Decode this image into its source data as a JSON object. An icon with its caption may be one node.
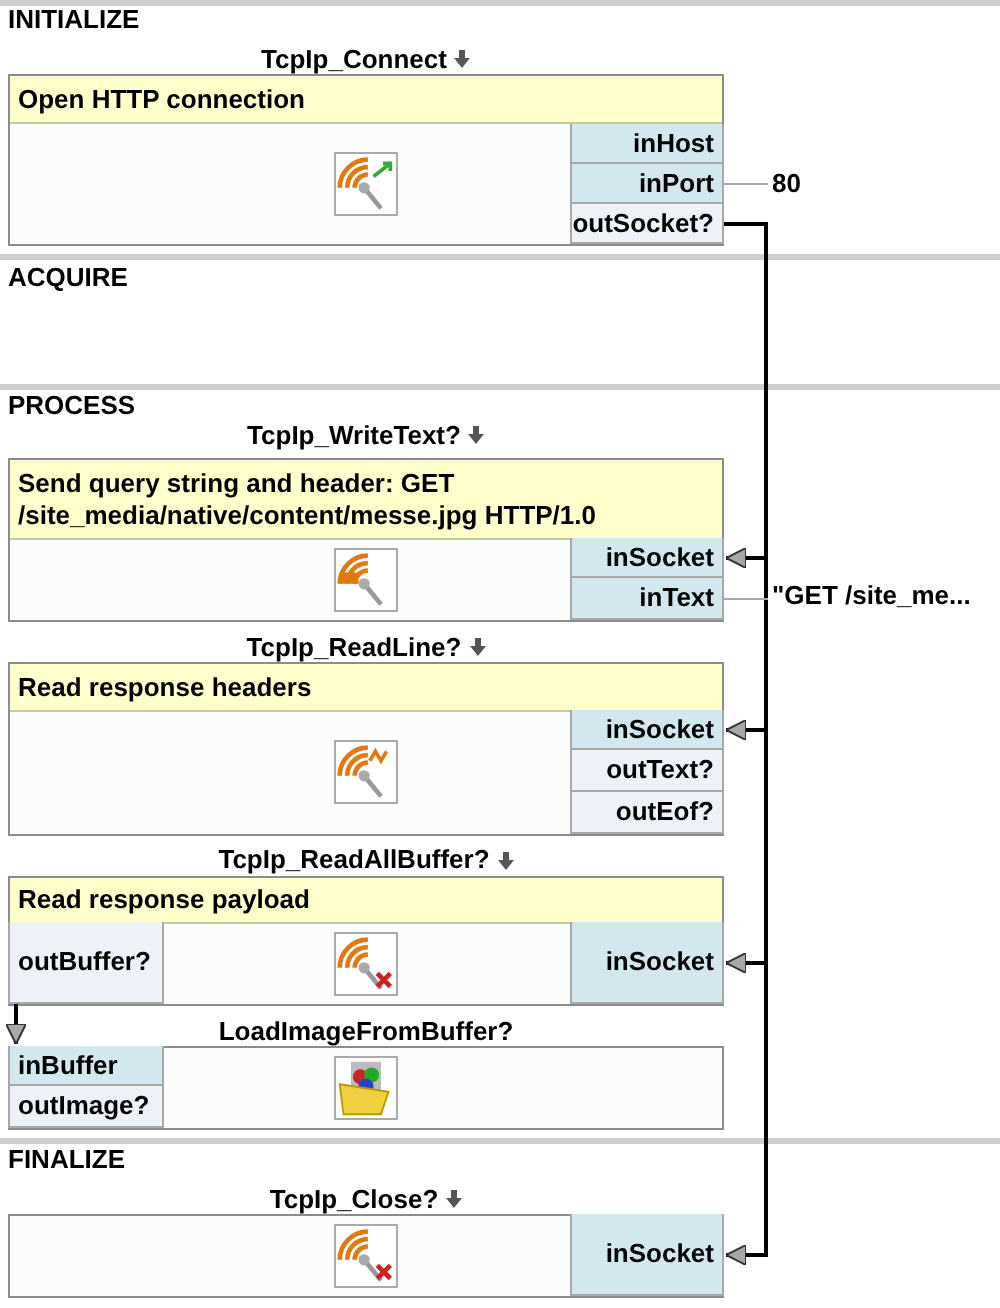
{
  "diagram": {
    "nodes": [
      {
        "text": [
          "TcpIp_Connect",
          "Open HTTP connection"
        ]
      },
      {
        "text": [
          "inHost"
        ],
        "in": 0
      },
      {
        "text": [
          "inPort"
        ],
        "in": 0
      },
      {
        "text": [
          "outSocket?"
        ],
        "in": 0
      },
      {
        "text": [
          "80"
        ]
      },
      {
        "text": [
          "TcpIp_WriteText?",
          "Send query string and header: GET /site_media/native/content/messe.jpg HTTP/1.0"
        ]
      },
      {
        "text": [
          "inSocket"
        ],
        "in": 5
      },
      {
        "text": [
          "inText"
        ],
        "in": 5
      },
      {
        "text": [
          "\"GET /site_me..."
        ]
      },
      {
        "text": [
          "TcpIp_ReadLine?",
          "Read response headers"
        ]
      },
      {
        "text": [
          "inSocket"
        ],
        "in": 9
      },
      {
        "text": [
          "outText?"
        ],
        "in": 9
      },
      {
        "text": [
          "outEof?"
        ],
        "in": 9
      },
      {
        "text": [
          "TcpIp_ReadAllBuffer?",
          "Read response payload"
        ]
      },
      {
        "text": [
          "outBuffer?"
        ],
        "in": 13
      },
      {
        "text": [
          "inSocket"
        ],
        "in": 13
      },
      {
        "text": [
          "LoadImageFromBuffer?"
        ]
      },
      {
        "text": [
          "inBuffer"
        ],
        "in": 16
      },
      {
        "text": [
          "outImage?"
        ],
        "in": 16
      },
      {
        "text": [
          "TcpIp_Close?"
        ]
      },
      {
        "text": [
          "inSocket"
        ],
        "in": 19
      }
    ],
    "edges": [
      {
        "from": 3,
        "to": 6,
        "arrow": "to"
      },
      {
        "from": 3,
        "to": 10,
        "arrow": "to"
      },
      {
        "from": 3,
        "to": 15,
        "arrow": "to"
      },
      {
        "from": 3,
        "to": 20,
        "arrow": "to"
      },
      {
        "from": 14,
        "to": 17,
        "arrow": "to"
      },
      {
        "from": 4,
        "to": 2,
        "arrow": "none",
        "color": "#a8a8a8"
      },
      {
        "from": 8,
        "to": 7,
        "arrow": "none",
        "color": "#a8a8a8"
      }
    ],
    "labels": [
      "INITIALIZE",
      "ACQUIRE",
      "PROCESS",
      "FINALIZE"
    ]
  }
}
